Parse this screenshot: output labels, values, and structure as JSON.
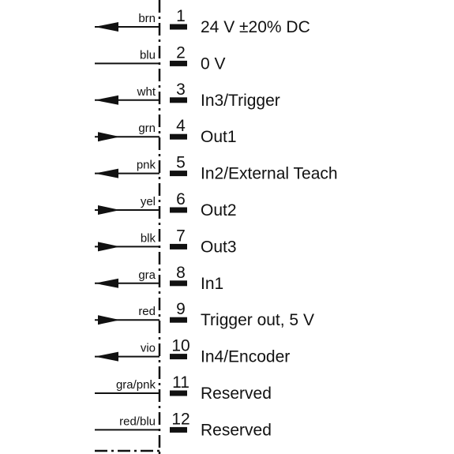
{
  "pins": [
    {
      "wire_color": "brn",
      "number": "1",
      "signal": "24 V ±20% DC",
      "direction": "in"
    },
    {
      "wire_color": "blu",
      "number": "2",
      "signal": "0 V",
      "direction": "none"
    },
    {
      "wire_color": "wht",
      "number": "3",
      "signal": "In3/Trigger",
      "direction": "in"
    },
    {
      "wire_color": "grn",
      "number": "4",
      "signal": "Out1",
      "direction": "out"
    },
    {
      "wire_color": "pnk",
      "number": "5",
      "signal": "In2/External Teach",
      "direction": "in"
    },
    {
      "wire_color": "yel",
      "number": "6",
      "signal": "Out2",
      "direction": "out"
    },
    {
      "wire_color": "blk",
      "number": "7",
      "signal": "Out3",
      "direction": "out"
    },
    {
      "wire_color": "gra",
      "number": "8",
      "signal": "In1",
      "direction": "in"
    },
    {
      "wire_color": "red",
      "number": "9",
      "signal": "Trigger out, 5 V",
      "direction": "out"
    },
    {
      "wire_color": "vio",
      "number": "10",
      "signal": "In4/Encoder",
      "direction": "in"
    },
    {
      "wire_color": "gra/pnk",
      "number": "11",
      "signal": "Reserved",
      "direction": "none"
    },
    {
      "wire_color": "red/blu",
      "number": "12",
      "signal": "Reserved",
      "direction": "none"
    }
  ]
}
